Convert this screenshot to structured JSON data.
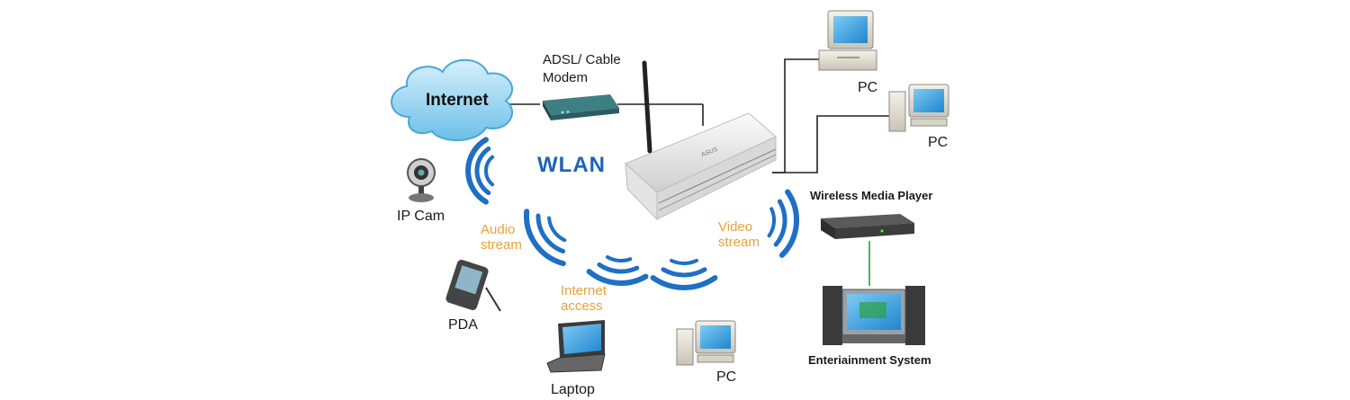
{
  "labels": {
    "internet": "Internet",
    "modem_line1": "ADSL/ Cable",
    "modem_line2": "Modem",
    "wlan": "WLAN",
    "router_brand": "ASUS",
    "ip_cam": "IP Cam",
    "audio_stream_line1": "Audio",
    "audio_stream_line2": "stream",
    "video_stream_line1": "Video",
    "video_stream_line2": "stream",
    "internet_access_line1": "Internet",
    "internet_access_line2": "access",
    "pda": "PDA",
    "laptop": "Laptop",
    "pc_top": "PC",
    "pc_right": "PC",
    "pc_bottom": "PC",
    "wireless_media_player": "Wireless Media Player",
    "entertainment_system": "Enteriainment System"
  },
  "colors": {
    "wave": "#1f6fc4",
    "stream_text": "#e8a13a",
    "wlan_text": "#1d63b8",
    "cloud": "#8fd0ef",
    "screen": "#3aa9e6"
  }
}
